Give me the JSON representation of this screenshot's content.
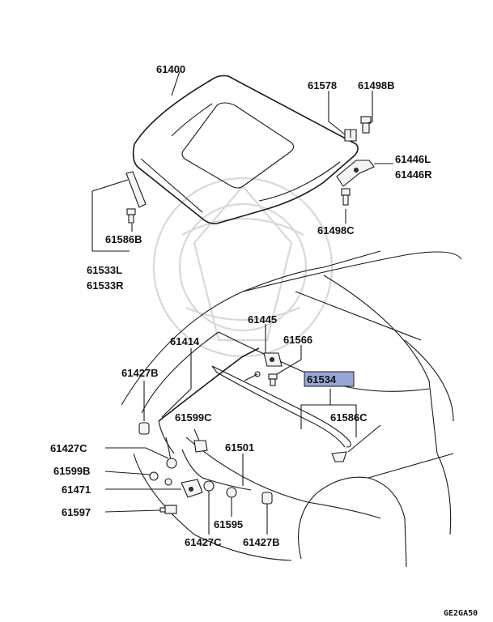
{
  "labels": {
    "hood": "61400",
    "hinge_nut": "61578",
    "hinge_bolt_top": "61498B",
    "hinge_l": "61446L",
    "hinge_r": "61446R",
    "hinge_bolt_bottom": "61498C",
    "clip_left": "61586B",
    "seal_l": "61533L",
    "seal_r": "61533R",
    "lock": "61445",
    "lock_bolt": "61566",
    "prop_rod": "61414",
    "cushion_top_left": "61427B",
    "weatherstrip": "61534",
    "clip_right": "61586C",
    "clip_mid": "61599C",
    "cushion_left": "61427C",
    "clip_left_lower": "61599B",
    "cable": "61501",
    "release_lever": "61471",
    "screw": "61597",
    "grommet": "61595",
    "cushion_bottom_mid": "61427C",
    "cushion_bottom_right": "61427B"
  },
  "highlight_color": "#9aa6d6",
  "footer_code": "GE2GA50"
}
